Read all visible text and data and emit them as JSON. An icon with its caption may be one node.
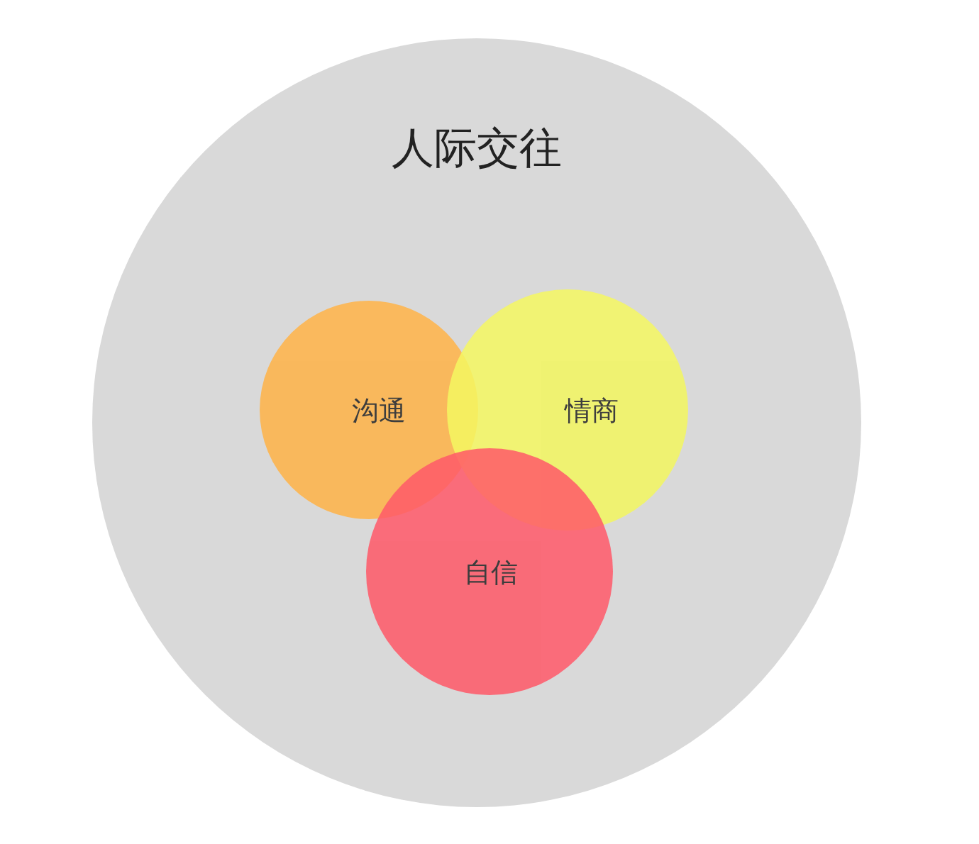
{
  "diagram": {
    "nodes": [
      {
        "text": [
          "人际交往"
        ]
      },
      {
        "text": [
          "沟通"
        ],
        "in": 0
      },
      {
        "text": [
          "情商"
        ],
        "in": 0
      },
      {
        "text": [
          "自信"
        ],
        "in": 0
      }
    ]
  }
}
